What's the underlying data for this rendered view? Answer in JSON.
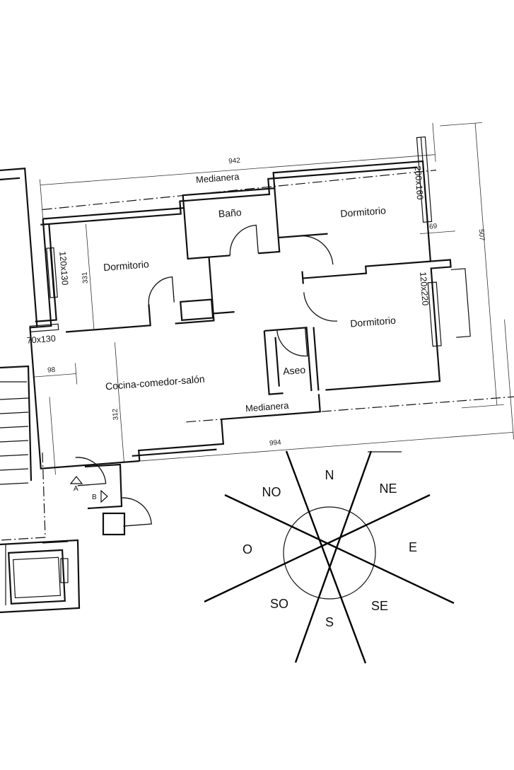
{
  "plan": {
    "dimensions": {
      "total_top": "942",
      "total_bottom": "994",
      "right_depth": "507",
      "left_depth": "331",
      "living_depth": "312",
      "entry_width": "98",
      "right_window_gap": "69"
    },
    "walls": {
      "top": "Medianera",
      "bottom": "Medianera"
    },
    "rooms": {
      "bedroom_left": "Dormitorio",
      "bedroom_top_right": "Dormitorio",
      "bedroom_bottom_right": "Dormitorio",
      "bathroom": "Baño",
      "toilet": "Aseo",
      "living": "Cocina-comedor-salón"
    },
    "windows": {
      "left_bedroom": "120x130",
      "living": "70x130",
      "top_right_bedroom": "200x160",
      "bottom_right_bedroom": "120x220"
    },
    "markers": {
      "a": "A",
      "b": "B"
    }
  },
  "compass": {
    "n": "N",
    "ne": "NE",
    "e": "E",
    "se": "SE",
    "s": "S",
    "so": "SO",
    "o": "O",
    "no": "NO"
  }
}
